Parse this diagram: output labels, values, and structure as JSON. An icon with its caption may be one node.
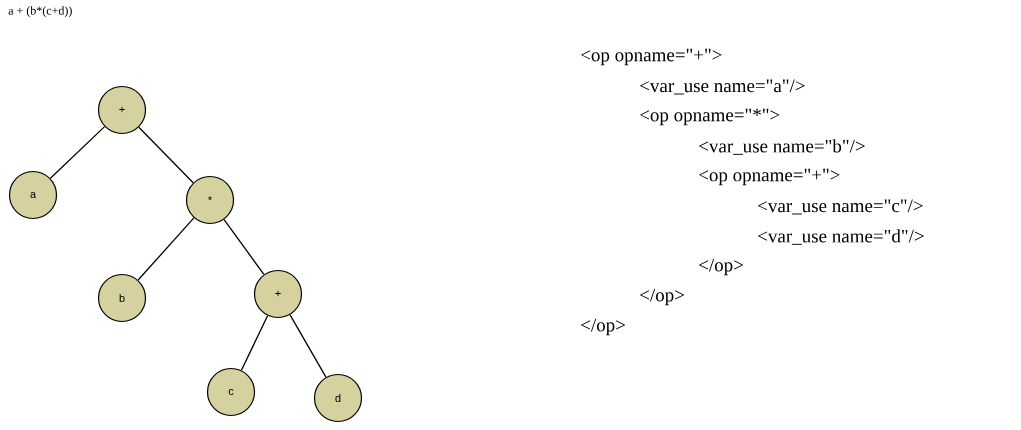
{
  "diagram": {
    "title": "a + (b*(c+d))",
    "nodes": [
      {
        "text": [
          "+"
        ]
      },
      {
        "text": [
          "a"
        ]
      },
      {
        "text": [
          "*"
        ]
      },
      {
        "text": [
          "b"
        ]
      },
      {
        "text": [
          "+"
        ]
      },
      {
        "text": [
          "c"
        ]
      },
      {
        "text": [
          "d"
        ]
      }
    ],
    "edges": [
      {
        "from": 0,
        "to": 1,
        "arrow": "none"
      },
      {
        "from": 0,
        "to": 2,
        "arrow": "none"
      },
      {
        "from": 2,
        "to": 3,
        "arrow": "none"
      },
      {
        "from": 2,
        "to": 4,
        "arrow": "none"
      },
      {
        "from": 4,
        "to": 5,
        "arrow": "none"
      },
      {
        "from": 4,
        "to": 6,
        "arrow": "none"
      }
    ],
    "labels": [
      "<op opname=\"+\">",
      "<var_use name=\"a\"/>",
      "<op opname=\"*\">",
      "<var_use name=\"b\"/>",
      "<op opname=\"+\">",
      "<var_use name=\"c\"/>",
      "<var_use name=\"d\"/>",
      "</op>",
      "</op>",
      "</op>"
    ]
  }
}
